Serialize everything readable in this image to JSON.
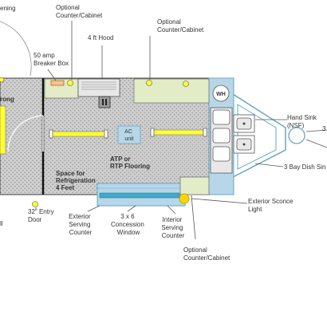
{
  "labels": {
    "opening": "ening",
    "optional_cabinet_top_left": [
      "Optional",
      "Counter/Cabinet"
    ],
    "hood": "4 ft Hood",
    "optional_cabinet_top_right": [
      "Optional",
      "Counter/Cabinet"
    ],
    "breaker": [
      "50 amp",
      "Breaker Box"
    ],
    "zone_left": "rong",
    "ac_unit": [
      "AC",
      "unit"
    ],
    "water_heater": "WH",
    "flooring": [
      "ATP or",
      "RTP Flooring"
    ],
    "refrigeration": [
      "Space for",
      "Refrigeration",
      "4 Feet"
    ],
    "hand_sink": [
      "Hand Sink",
      "(NSF)"
    ],
    "hitch_partial": "3",
    "dish_sink": "3 Bay Dish Sin",
    "exterior_sconce": [
      "Exterior Sconce",
      "Light"
    ],
    "entry_door": [
      "32\" Entry",
      "Door"
    ],
    "wall_partial": "ll",
    "exterior_serving": [
      "Exterior",
      "Serving",
      "Counter"
    ],
    "concession_window": [
      "3 x 6",
      "Concession",
      "Window"
    ],
    "interior_serving": [
      "Interior",
      "Serving",
      "Counter"
    ],
    "optional_cabinet_bottom": [
      "Optional",
      "Counter/Cabinet"
    ]
  },
  "colors": {
    "floor": "#cfcfcf",
    "wall_blue": "#b7d7e8",
    "counter_green": "#e2ecc6",
    "light_yellow": "#ffff33",
    "sconce_yellow": "#ffd700",
    "window_teal": "#3fa9c9",
    "leader": "#555555"
  }
}
